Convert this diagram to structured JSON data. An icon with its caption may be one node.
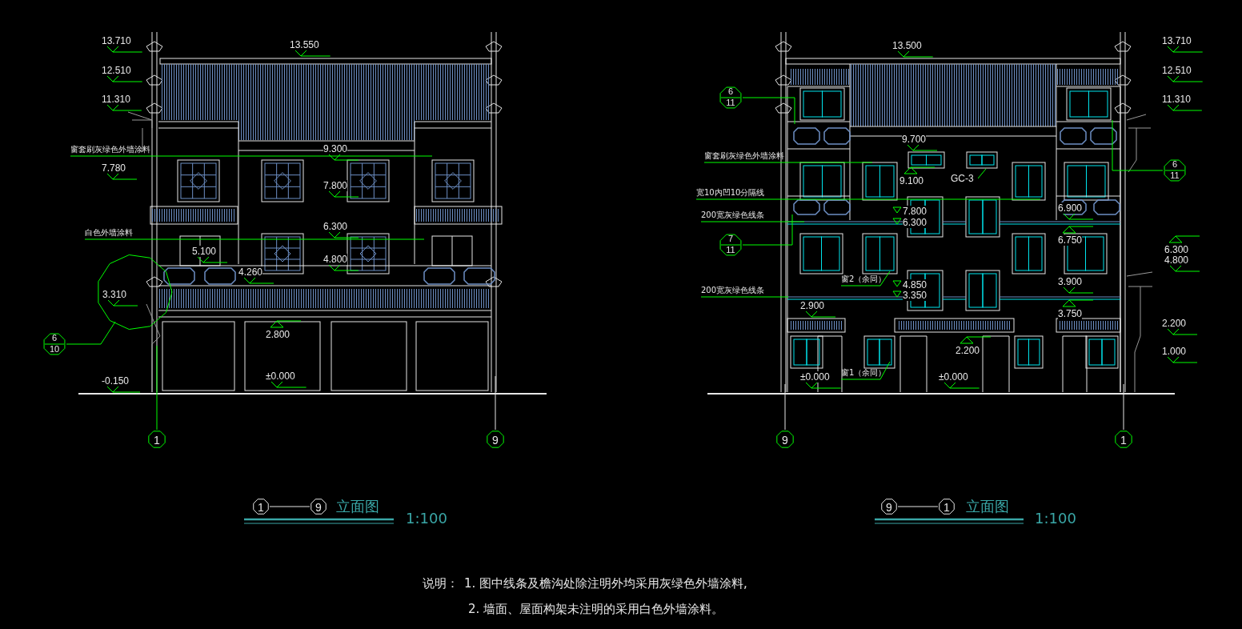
{
  "diagram": {
    "nodes": [
      {
        "text": [
          "窗套刷灰绿色外墙涂料"
        ]
      },
      {
        "text": [
          "白色外墙涂料"
        ]
      },
      {
        "text": [],
        "shape": "circle"
      },
      {
        "text": [
          "6",
          "10"
        ]
      },
      {
        "text": [
          "1"
        ]
      },
      {
        "text": [
          "9"
        ]
      },
      {
        "text": [
          "6",
          "11"
        ]
      },
      {
        "text": [
          "窗套刷灰绿色外墙涂料"
        ]
      },
      {
        "text": [
          "GC-3"
        ]
      },
      {
        "text": [
          "6",
          "11"
        ]
      },
      {
        "text": [
          "宽10内凹10分隔线"
        ]
      },
      {
        "text": [
          "200宽灰绿色线条"
        ]
      },
      {
        "text": [
          "7",
          "11"
        ]
      },
      {
        "text": [
          "窗2（余同）"
        ]
      },
      {
        "text": [
          "200宽灰绿色线条"
        ]
      },
      {
        "text": [
          "窗1（余同）"
        ]
      },
      {
        "text": [
          "9"
        ]
      },
      {
        "text": [
          "1"
        ]
      },
      {
        "text": [
          "1"
        ]
      },
      {
        "text": [
          "9"
        ]
      },
      {
        "text": [
          "9"
        ]
      },
      {
        "text": [
          "1"
        ]
      }
    ],
    "edges": [
      {
        "from": 0,
        "to": null,
        "arrow": "none"
      },
      {
        "from": 1,
        "to": null,
        "arrow": "none"
      },
      {
        "from": 3,
        "to": 2,
        "arrow": "none"
      },
      {
        "from": 6,
        "to": null,
        "arrow": "none"
      },
      {
        "from": 7,
        "to": null,
        "arrow": "none"
      },
      {
        "from": 8,
        "to": null,
        "arrow": "none"
      },
      {
        "from": 9,
        "to": null,
        "arrow": "none"
      },
      {
        "from": 10,
        "to": null,
        "arrow": "none"
      },
      {
        "from": 11,
        "to": null,
        "arrow": "none"
      },
      {
        "from": 12,
        "to": null,
        "arrow": "none"
      },
      {
        "from": 13,
        "to": null,
        "arrow": "none"
      },
      {
        "from": 14,
        "to": null,
        "arrow": "none"
      },
      {
        "from": 15,
        "to": null,
        "arrow": "none"
      },
      {
        "from": 18,
        "to": 19,
        "arrow": "none",
        "color": "#e6e6e6"
      },
      {
        "from": 20,
        "to": 21,
        "arrow": "none",
        "color": "#e6e6e6"
      },
      {
        "from": 4,
        "to": null,
        "arrow": "none"
      },
      {
        "from": 5,
        "to": null,
        "arrow": "none",
        "color": "#e6e6e6"
      },
      {
        "from": 16,
        "to": null,
        "arrow": "none",
        "color": "#e6e6e6"
      },
      {
        "from": 17,
        "to": null,
        "arrow": "none",
        "color": "#e6e6e6"
      }
    ],
    "labels": [
      "13.710",
      "13.550",
      "12.510",
      "11.310",
      "9.300",
      "7.780",
      "7.800",
      "6.300",
      "5.100",
      "4.800",
      "4.260",
      "3.310",
      "2.800",
      "±0.000",
      "-0.150",
      "13.500",
      "13.710",
      "12.510",
      "11.310",
      "9.700",
      "9.100",
      "7.800",
      "6.300",
      "6.900",
      "6.750",
      "6.300",
      "4.800",
      "4.850",
      "3.350",
      "3.900",
      "2.900",
      "3.750",
      "2.200",
      "2.200",
      "1.000",
      "±0.000",
      "±0.000",
      "立面图",
      "1:100",
      "立面图",
      "1:100",
      "说明：",
      "1. 图中线条及檐沟处除注明外均采用灰绿色外墙涂料,",
      "2. 墙面、屋面构架未注明的采用白色外墙涂料。"
    ]
  }
}
